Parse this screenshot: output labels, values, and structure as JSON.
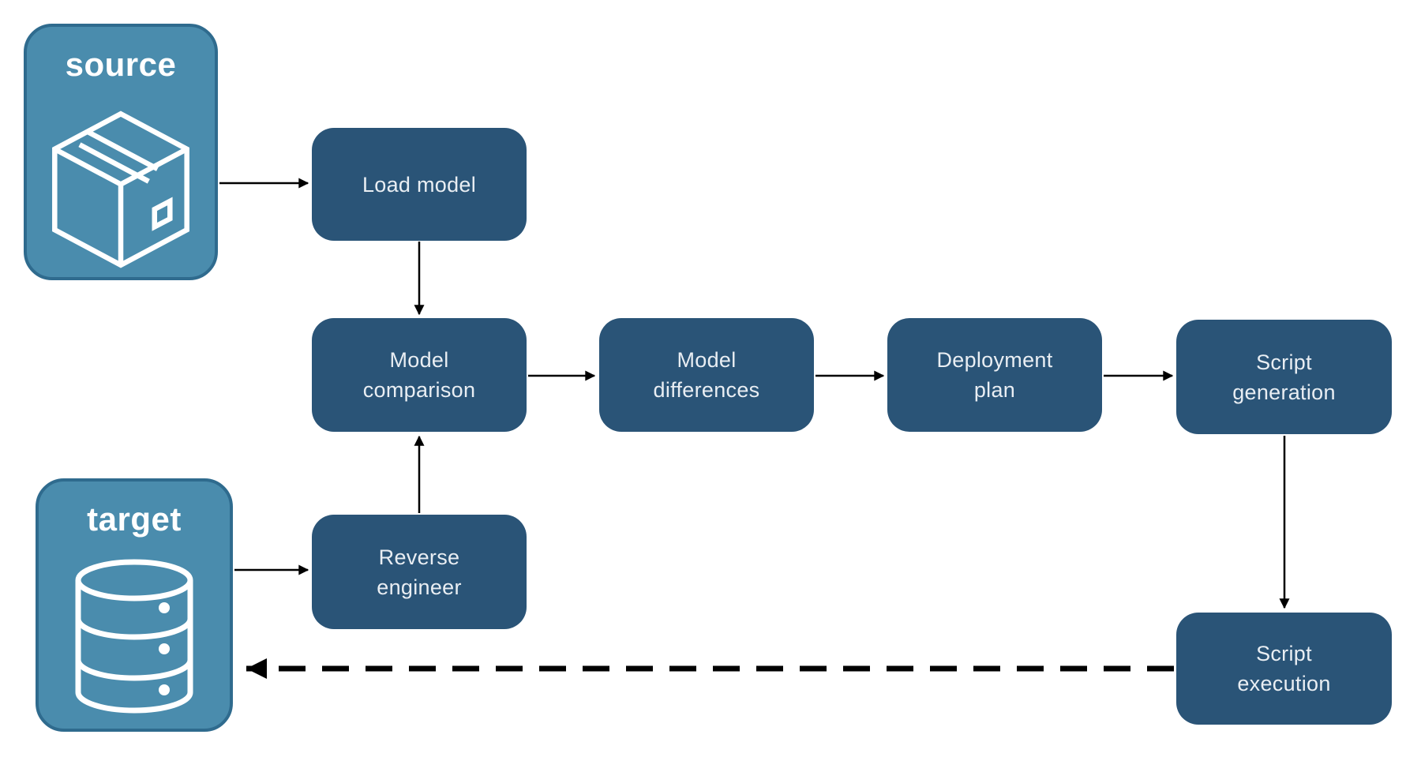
{
  "diagram": {
    "colors": {
      "endpoint_fill": "#4A8CAD",
      "endpoint_border": "#2F6B8E",
      "process_fill": "#2A5477",
      "endpoint_text": "#FFFFFF",
      "process_text": "#E9EEF3",
      "arrow": "#000000",
      "background": "#FFFFFF"
    },
    "endpoints": [
      {
        "id": "source",
        "label": "source",
        "icon": "package-icon"
      },
      {
        "id": "target",
        "label": "target",
        "icon": "database-icon"
      }
    ],
    "nodes": [
      {
        "id": "load-model",
        "label": "Load model"
      },
      {
        "id": "model-comparison",
        "label": "Model\ncomparison"
      },
      {
        "id": "model-differences",
        "label": "Model\ndifferences"
      },
      {
        "id": "deployment-plan",
        "label": "Deployment\nplan"
      },
      {
        "id": "script-generation",
        "label": "Script\ngeneration"
      },
      {
        "id": "reverse-engineer",
        "label": "Reverse\nengineer"
      },
      {
        "id": "script-execution",
        "label": "Script\nexecution"
      }
    ],
    "edges": [
      {
        "from": "source",
        "to": "load-model",
        "style": "solid"
      },
      {
        "from": "load-model",
        "to": "model-comparison",
        "style": "solid"
      },
      {
        "from": "model-comparison",
        "to": "model-differences",
        "style": "solid"
      },
      {
        "from": "model-differences",
        "to": "deployment-plan",
        "style": "solid"
      },
      {
        "from": "deployment-plan",
        "to": "script-generation",
        "style": "solid"
      },
      {
        "from": "script-generation",
        "to": "script-execution",
        "style": "solid"
      },
      {
        "from": "target",
        "to": "reverse-engineer",
        "style": "solid"
      },
      {
        "from": "reverse-engineer",
        "to": "model-comparison",
        "style": "solid"
      },
      {
        "from": "script-execution",
        "to": "target",
        "style": "dashed"
      }
    ]
  }
}
